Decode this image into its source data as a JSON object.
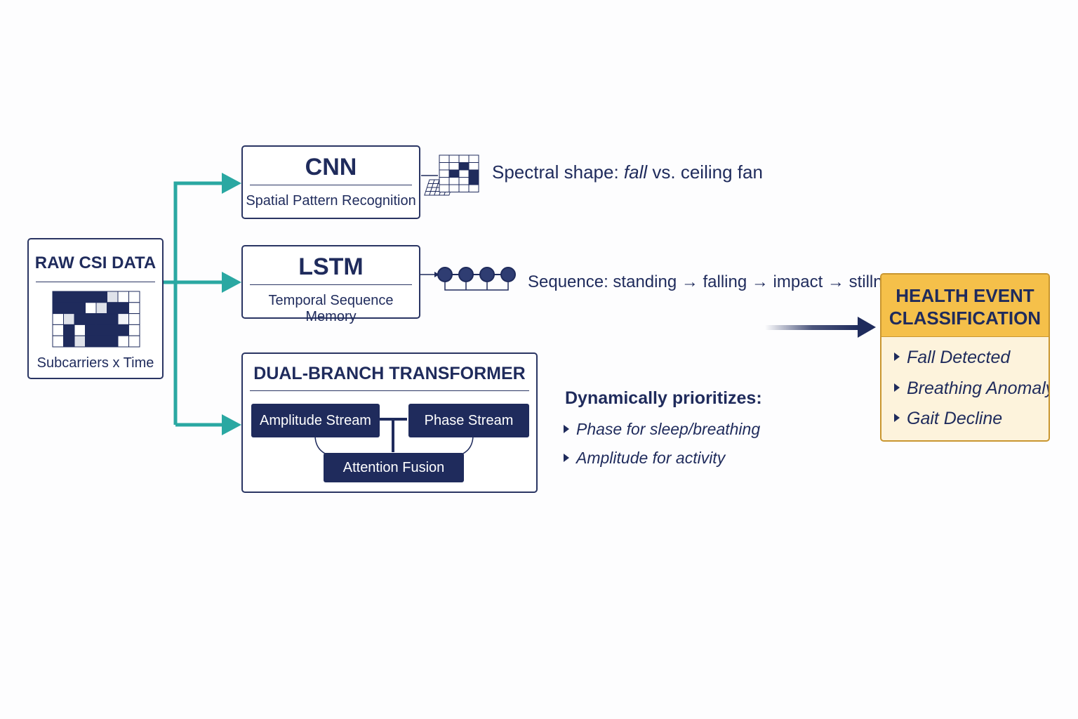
{
  "raw": {
    "title": "RAW CSI DATA",
    "caption": "Subcarriers x Time"
  },
  "cnn": {
    "title": "CNN",
    "subtitle": "Spatial Pattern Recognition",
    "note_prefix": "Spectral shape:",
    "note_italic": "fall",
    "note_suffix": "vs. ceiling fan"
  },
  "lstm": {
    "title": "LSTM",
    "subtitle": "Temporal Sequence Memory",
    "note": "Sequence: standing → falling → impact → stillness"
  },
  "transformer": {
    "title": "DUAL-BRANCH TRANSFORMER",
    "amplitude": "Amplitude Stream",
    "phase": "Phase Stream",
    "fusion": "Attention Fusion",
    "priorities_title": "Dynamically prioritizes:",
    "priorities": [
      "Phase for sleep/breathing",
      "Amplitude for activity"
    ]
  },
  "output": {
    "title_line1": "HEALTH EVENT",
    "title_line2": "CLASSIFICATION",
    "events": [
      "Fall Detected",
      "Breathing Anomaly",
      "Gait Decline"
    ]
  },
  "colors": {
    "navy": "#1f2b5c",
    "teal": "#2aa8a2",
    "gold_header": "#f5c04a",
    "gold_body": "#fdf3dc",
    "gold_border": "#c9962f"
  }
}
